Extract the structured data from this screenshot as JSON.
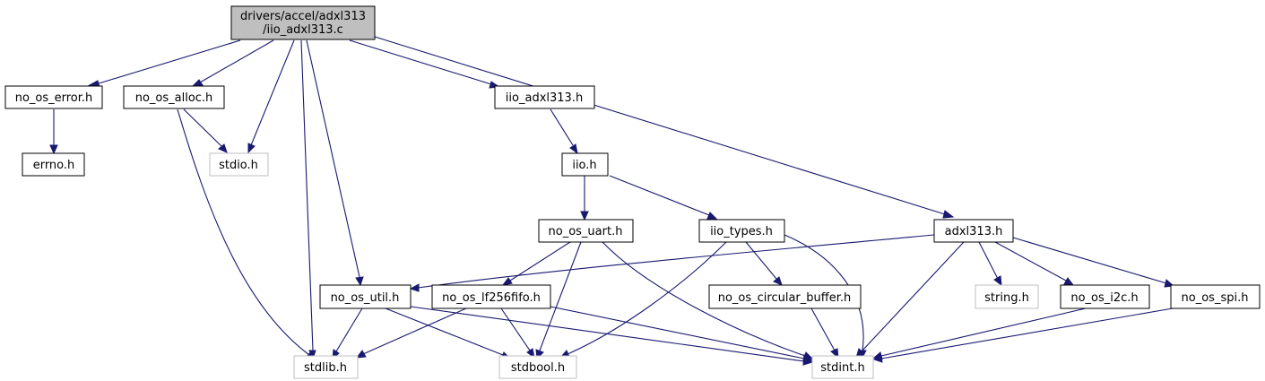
{
  "colors": {
    "edge": "#191970",
    "root_fill": "#bfbfbf",
    "node_stroke": "#000000",
    "ext_stroke": "#bfbfbf"
  },
  "nodes": {
    "root": {
      "line1": "drivers/accel/adxl313",
      "line2": "/iio_adxl313.c"
    },
    "error": "no_os_error.h",
    "errno": "errno.h",
    "alloc": "no_os_alloc.h",
    "stdio": "stdio.h",
    "iioadxl": "iio_adxl313.h",
    "iio": "iio.h",
    "uart": "no_os_uart.h",
    "iiotypes": "iio_types.h",
    "adxl": "adxl313.h",
    "util": "no_os_util.h",
    "fifo": "no_os_lf256fifo.h",
    "circ": "no_os_circular_buffer.h",
    "string": "string.h",
    "i2c": "no_os_i2c.h",
    "spi": "no_os_spi.h",
    "stdlib": "stdlib.h",
    "stdbool": "stdbool.h",
    "stdint": "stdint.h"
  }
}
